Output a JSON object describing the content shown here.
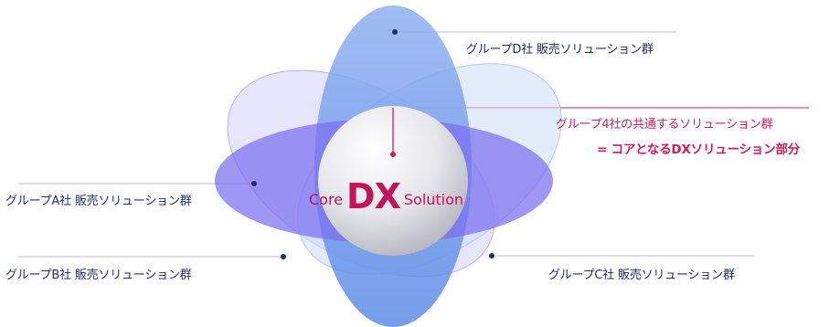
{
  "diagram": {
    "colors": {
      "ellipse_back": "#d2d0f4",
      "ellipse_vertical": "#6f9bea",
      "ellipse_horizontal": "#7b6ff0",
      "sphere": "#e9e9ee",
      "pink_accent": "#d6185e",
      "navy_text": "#1f2f66",
      "line_gray": "#b9bfd6"
    },
    "labels": {
      "group_d": "グループD社 販売ソリューション群",
      "group_a": "グループA社 販売ソリューション群",
      "group_b": "グループB社 販売ソリューション群",
      "group_c": "グループC社 販売ソリューション群",
      "shared_line1": "グループ4社の共通するソリューション群",
      "shared_line2": "= コアとなるDXソリューション部分"
    },
    "core": {
      "prefix": "Core",
      "main": "DX",
      "suffix": "Solution"
    }
  }
}
